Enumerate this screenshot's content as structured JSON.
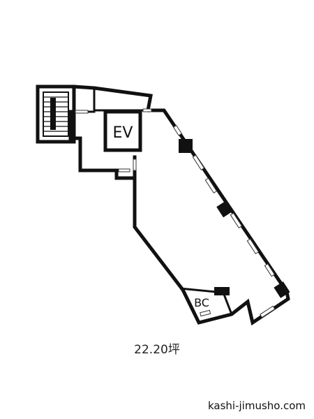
{
  "plan": {
    "area_label": "22.20坪",
    "ev_label": "EV",
    "bc_label": "BC"
  },
  "footer": {
    "site_text": "kashi-jimusho.com"
  },
  "colors": {
    "wall": "#111111",
    "background": "#ffffff"
  }
}
